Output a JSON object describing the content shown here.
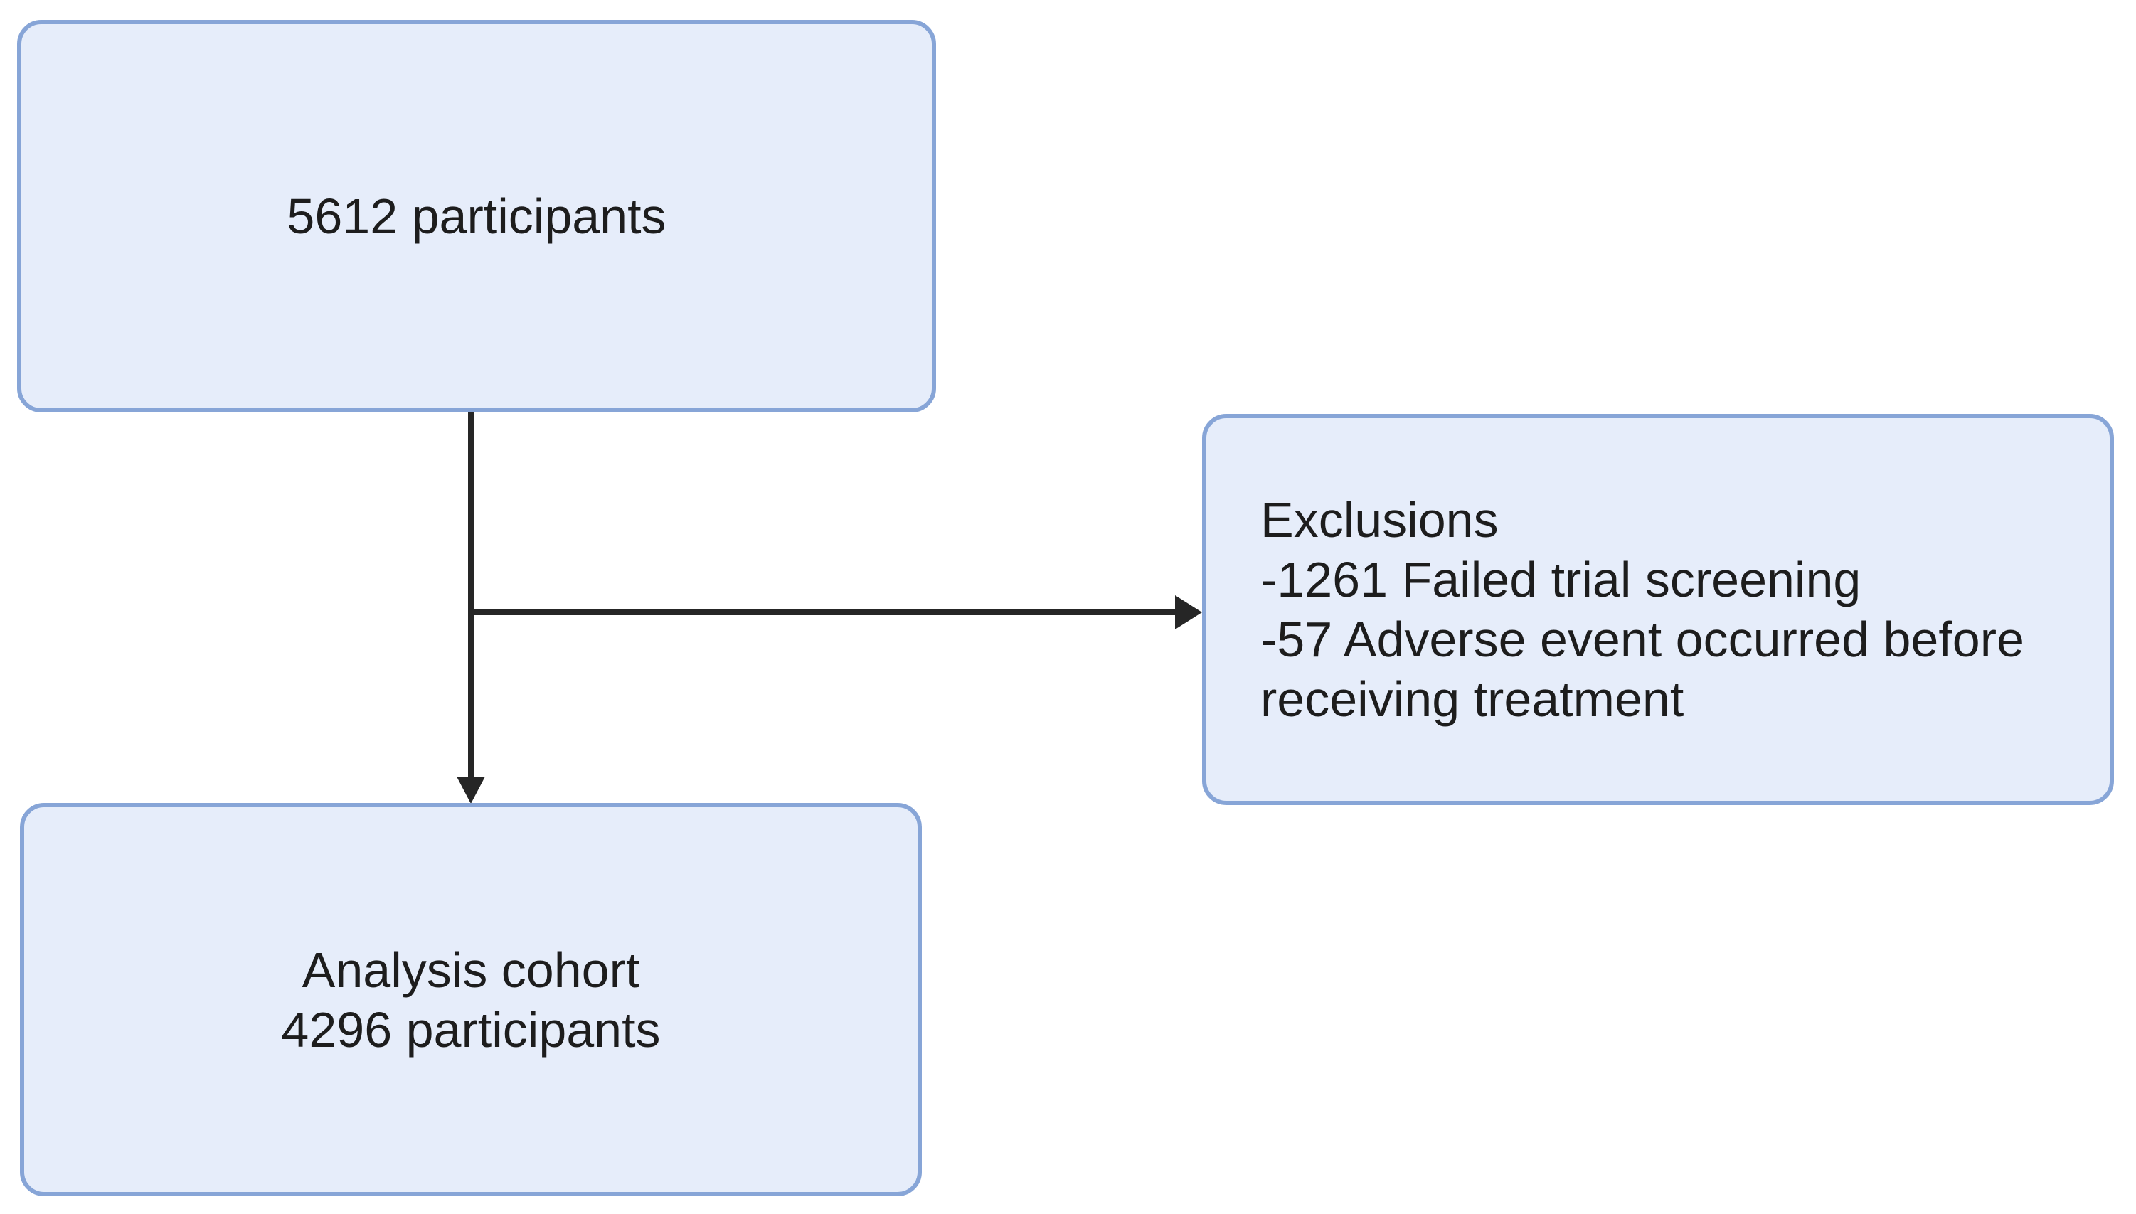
{
  "diagram": {
    "type": "flowchart",
    "description": "Participant flow diagram (CONSORT-style)",
    "colors": {
      "box_fill": "#e6edfa",
      "box_border": "#87a5d7",
      "arrow": "#262626",
      "text": "#1d1d1d",
      "background": "#ffffff"
    },
    "nodes": {
      "enrolled": {
        "label": "5612 participants"
      },
      "exclusions": {
        "lines": [
          "Exclusions",
          "-1261 Failed trial screening",
          "-57 Adverse event occurred before receiving treatment"
        ]
      },
      "analysis": {
        "lines": [
          "Analysis cohort",
          "4296 participants"
        ]
      }
    },
    "edges": [
      {
        "from": "enrolled",
        "to": "analysis",
        "direction": "down"
      },
      {
        "from": "enrolled",
        "to": "exclusions",
        "direction": "right"
      }
    ]
  }
}
